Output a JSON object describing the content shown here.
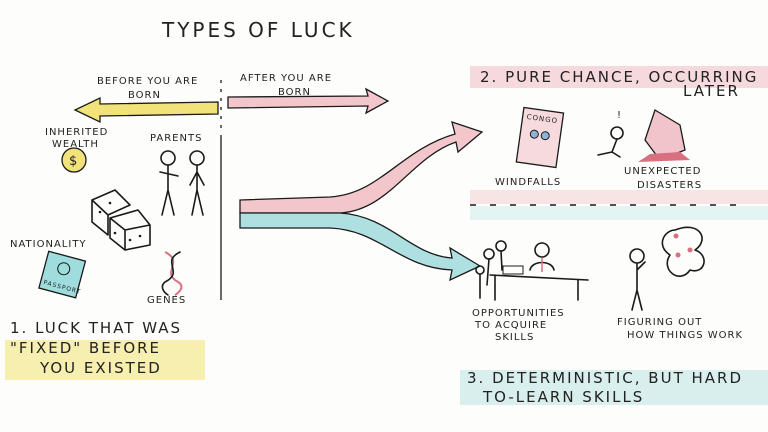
{
  "title": "TYPES OF LUCK",
  "timeline": {
    "before": [
      "BEFORE YOU ARE",
      "BORN"
    ],
    "after": [
      "AFTER YOU ARE",
      "BORN"
    ]
  },
  "category1": {
    "heading": [
      "1. LUCK THAT WAS",
      "\"FIXED\" BEFORE",
      "YOU EXISTED"
    ],
    "items": {
      "wealth": [
        "INHERITED",
        "WEALTH"
      ],
      "parents": "PARENTS",
      "nationality": "NATIONALITY",
      "genes": "GENES",
      "passport": "PASSPORT",
      "coin": "$"
    }
  },
  "category2": {
    "heading": [
      "2. PURE CHANCE, OCCURRING",
      "LATER"
    ],
    "items": {
      "windfalls": "WINDFALLS",
      "ticket": "CONGO",
      "disasters": [
        "UNEXPECTED",
        "DISASTERS"
      ],
      "alert": "!"
    }
  },
  "category3": {
    "heading": [
      "3. DETERMINISTIC, BUT HARD",
      "TO-LEARN SKILLS"
    ],
    "items": {
      "opportunities": [
        "OPPORTUNITIES",
        "TO ACQUIRE",
        "SKILLS"
      ],
      "figuring": [
        "FIGURING OUT",
        "HOW THINGS WORK"
      ]
    }
  },
  "colors": {
    "yellow": "#f2e27a",
    "pink": "#e8a3ad",
    "teal": "#7fcfd1",
    "ink": "#1a1a1a"
  }
}
